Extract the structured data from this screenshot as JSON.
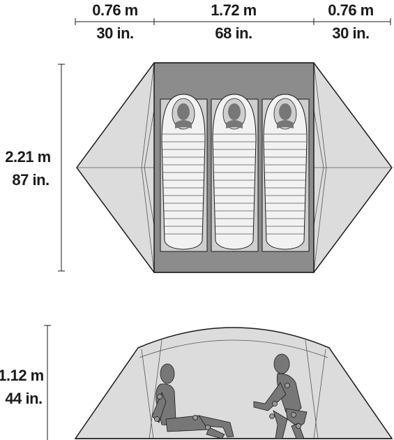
{
  "top_dimensions": [
    {
      "metric": "0.76 m",
      "imperial": "30 in."
    },
    {
      "metric": "1.72 m",
      "imperial": "68 in."
    },
    {
      "metric": "0.76 m",
      "imperial": "30 in."
    }
  ],
  "length_dimension": {
    "metric": "2.21 m",
    "imperial": "87 in."
  },
  "height_dimension": {
    "metric": "1.12 m",
    "imperial": "44 in."
  },
  "colors": {
    "floor": "#8c8c8c",
    "vestibule": "#dcdcdc",
    "bag": "#f2f2f2",
    "pad": "#cfcfcf",
    "figure": "#777777",
    "line": "#1a1a1a"
  }
}
